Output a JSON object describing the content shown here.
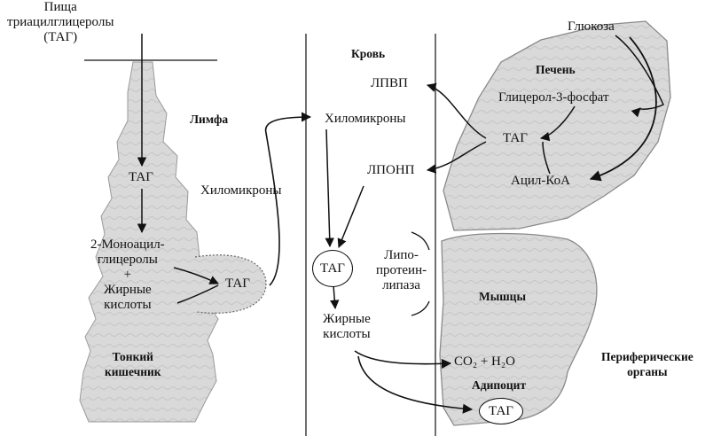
{
  "intestine": {
    "food_label": "Пища\nтриацилглицеролы\n(ТАГ)",
    "tag": "ТАГ",
    "mono": "2-Моноацил-\nглицеролы\n+\nЖирные\nкислоты",
    "tag2": "ТАГ",
    "name": "Тонкий\nкишечник"
  },
  "lymph": {
    "title": "Лимфа",
    "chylo": "Хиломикроны"
  },
  "blood": {
    "title": "Кровь",
    "chylo": "Хиломикроны",
    "lpvp": "ЛПВП",
    "lponp": "ЛПОНП",
    "tag": "ТАГ",
    "lipase": "Липо-\nпротеин-\nлипаза",
    "fatty": "Жирные\nкислоты"
  },
  "liver": {
    "title": "Печень",
    "glucose": "Глюкоза",
    "g3p": "Глицерол-3-фосфат",
    "tag": "ТАГ",
    "acyl": "Ацил-КоА"
  },
  "periphery": {
    "muscles": "Мышцы",
    "co2": "CO₂ + H₂O",
    "adipo": "Адипоцит",
    "tag": "ТАГ",
    "title": "Периферические\nорганы"
  }
}
